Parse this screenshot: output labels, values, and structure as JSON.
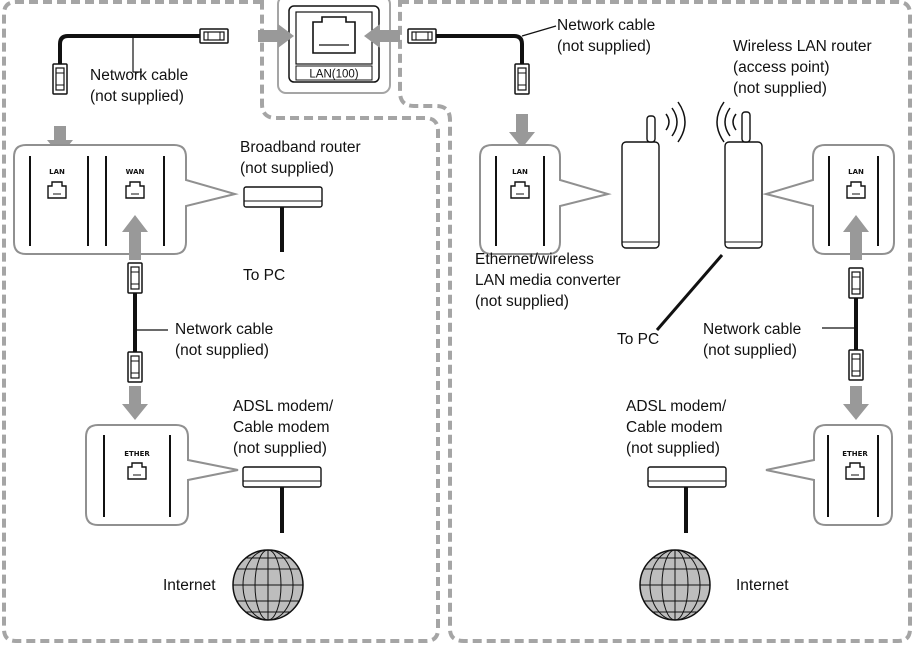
{
  "center_port": {
    "label": "LAN(100)"
  },
  "left": {
    "cable_top": [
      "Network cable",
      "(not supplied)"
    ],
    "router": [
      "Broadband router",
      "(not supplied)"
    ],
    "router_ports": [
      "LAN",
      "WAN"
    ],
    "to_pc": "To PC",
    "cable_mid": [
      "Network cable",
      "(not supplied)"
    ],
    "modem": [
      "ADSL modem/",
      "Cable modem",
      "(not supplied)"
    ],
    "modem_port": "ETHER",
    "internet": "Internet"
  },
  "right": {
    "cable_top": [
      "Network cable",
      "(not supplied)"
    ],
    "converter_port": "LAN",
    "wireless_router": [
      "Wireless LAN router",
      "(access point)",
      "(not supplied)"
    ],
    "converter": [
      "Ethernet/wireless",
      "LAN media converter",
      "(not supplied)"
    ],
    "to_pc": "To PC",
    "wlan_port": "LAN",
    "cable_mid": [
      "Network cable",
      "(not supplied)"
    ],
    "modem": [
      "ADSL modem/",
      "Cable modem",
      "(not supplied)"
    ],
    "modem_port": "ETHER",
    "internet": "Internet"
  },
  "icons": [
    "network-plug-icon",
    "rj45-port-icon",
    "globe-icon",
    "antenna-icon",
    "wireless-waves-icon"
  ]
}
